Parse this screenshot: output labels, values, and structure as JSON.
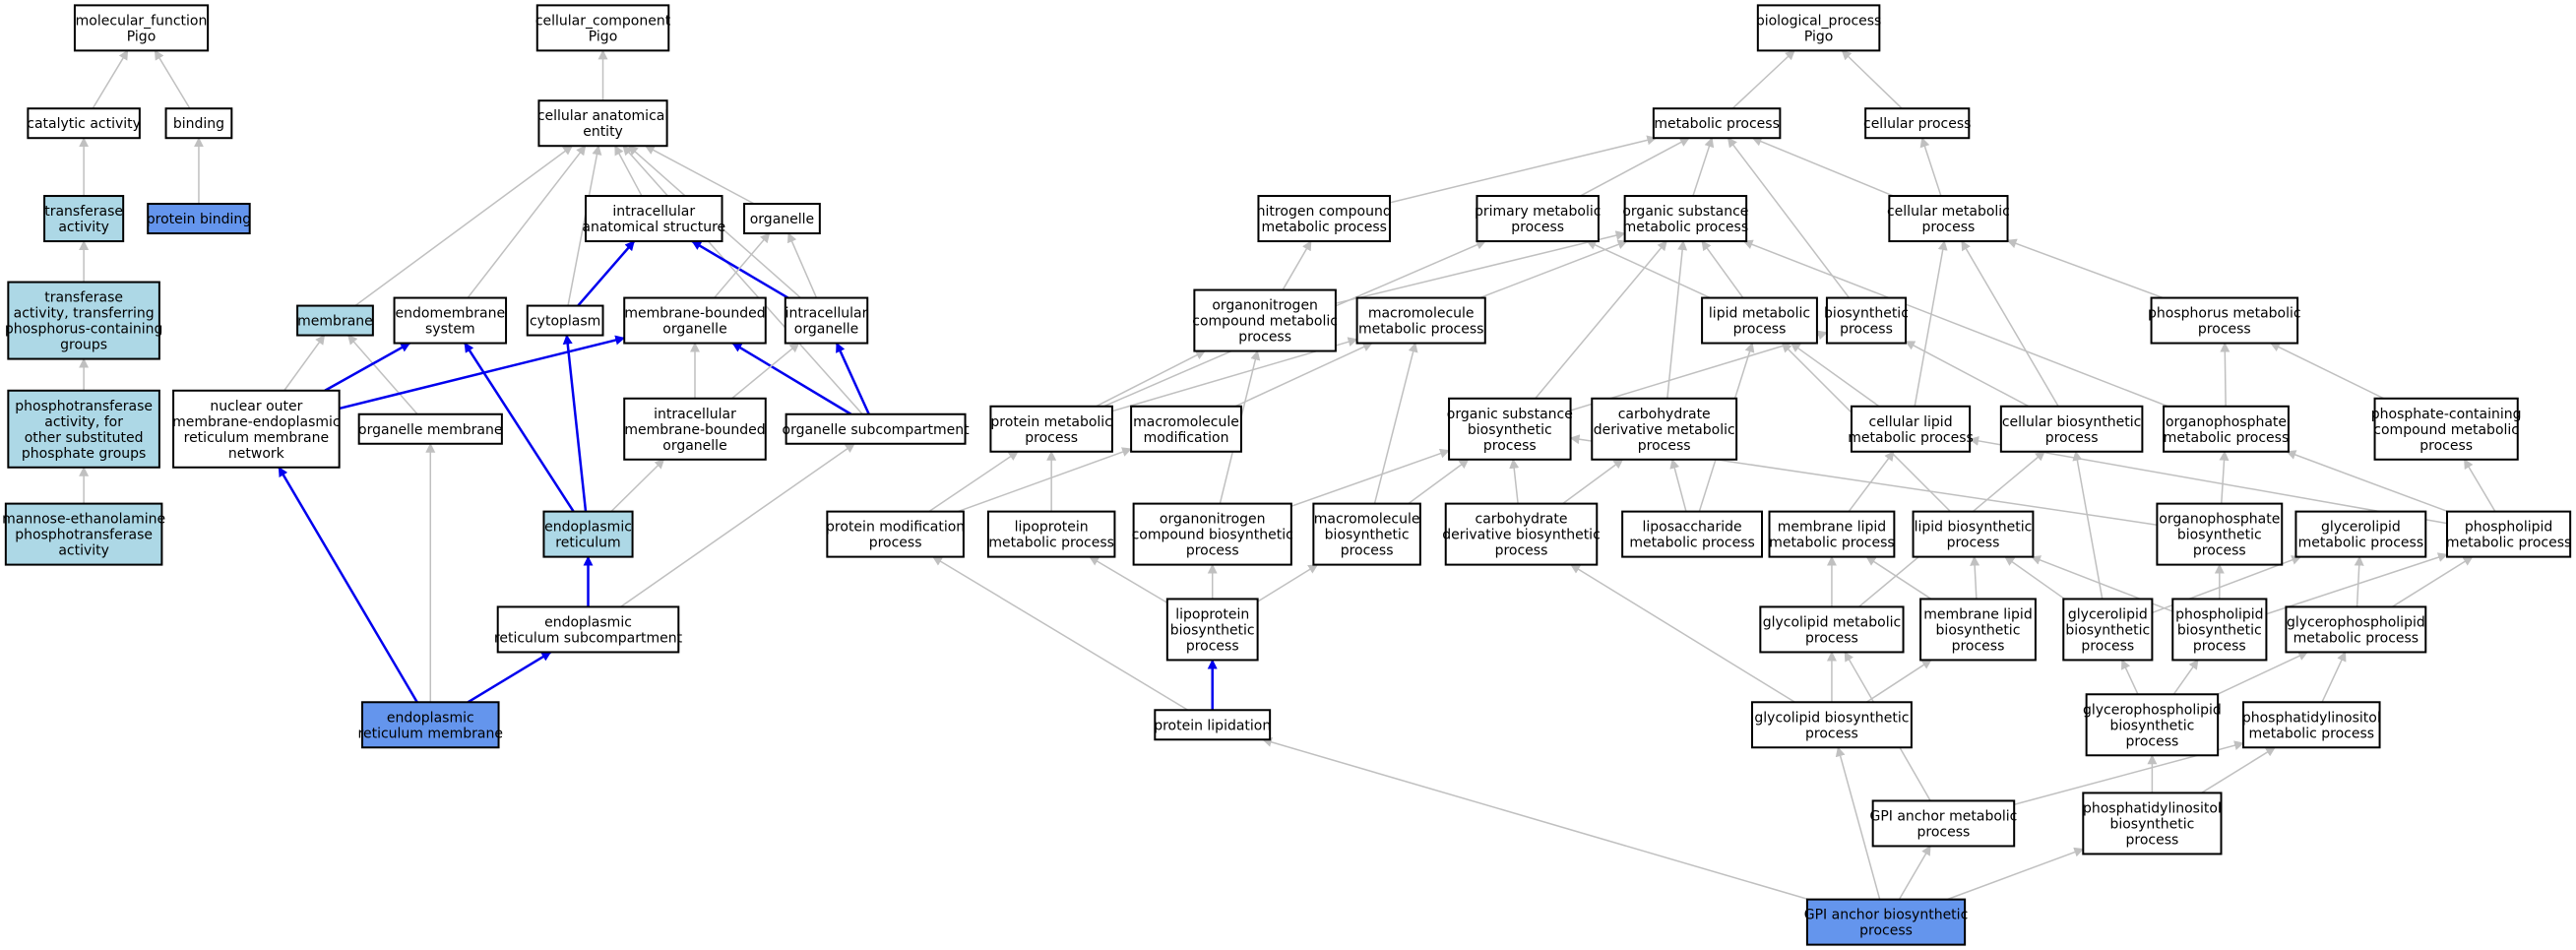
{
  "colors": {
    "edge_default": "#c0c0c0",
    "edge_highlight": "#0000ee",
    "fill_default": "#ffffff",
    "fill_ancestor": "#add8e6",
    "fill_annotated": "#6495ed"
  },
  "nodes": {
    "mf_root": {
      "lines": [
        "molecular_function",
        "Pigo"
      ],
      "fill": "default"
    },
    "catalytic": {
      "lines": [
        "catalytic activity"
      ],
      "fill": "default"
    },
    "binding": {
      "lines": [
        "binding"
      ],
      "fill": "default"
    },
    "transferase": {
      "lines": [
        "transferase",
        "activity"
      ],
      "fill": "ancestor"
    },
    "protein_binding": {
      "lines": [
        "protein binding"
      ],
      "fill": "annotated"
    },
    "transferase_p": {
      "lines": [
        "transferase",
        "activity, transferring",
        "phosphorus-containing",
        "groups"
      ],
      "fill": "ancestor"
    },
    "phosphotransferase": {
      "lines": [
        "phosphotransferase",
        "activity, for",
        "other substituted",
        "phosphate groups"
      ],
      "fill": "ancestor"
    },
    "mannose_ethanolamine": {
      "lines": [
        "mannose-ethanolamine",
        "phosphotransferase",
        "activity"
      ],
      "fill": "ancestor"
    },
    "cc_root": {
      "lines": [
        "cellular_component",
        "Pigo"
      ],
      "fill": "default"
    },
    "cae": {
      "lines": [
        "cellular anatomical",
        "entity"
      ],
      "fill": "default"
    },
    "ias": {
      "lines": [
        "intracellular",
        "anatomical structure"
      ],
      "fill": "default"
    },
    "organelle": {
      "lines": [
        "organelle"
      ],
      "fill": "default"
    },
    "membrane": {
      "lines": [
        "membrane"
      ],
      "fill": "ancestor"
    },
    "endomembrane": {
      "lines": [
        "endomembrane",
        "system"
      ],
      "fill": "default"
    },
    "cytoplasm": {
      "lines": [
        "cytoplasm"
      ],
      "fill": "default"
    },
    "mbo": {
      "lines": [
        "membrane-bounded",
        "organelle"
      ],
      "fill": "default"
    },
    "io": {
      "lines": [
        "intracellular",
        "organelle"
      ],
      "fill": "default"
    },
    "nom": {
      "lines": [
        "nuclear outer",
        "membrane-endoplasmic",
        "reticulum membrane",
        "network"
      ],
      "fill": "default"
    },
    "om": {
      "lines": [
        "organelle membrane"
      ],
      "fill": "default"
    },
    "imbo": {
      "lines": [
        "intracellular",
        "membrane-bounded",
        "organelle"
      ],
      "fill": "default"
    },
    "os": {
      "lines": [
        "organelle subcompartment"
      ],
      "fill": "default"
    },
    "er": {
      "lines": [
        "endoplasmic",
        "reticulum"
      ],
      "fill": "ancestor"
    },
    "ers": {
      "lines": [
        "endoplasmic",
        "reticulum subcompartment"
      ],
      "fill": "default"
    },
    "erm": {
      "lines": [
        "endoplasmic",
        "reticulum membrane"
      ],
      "fill": "annotated"
    },
    "bp_root": {
      "lines": [
        "biological_process",
        "Pigo"
      ],
      "fill": "default"
    },
    "metabolic": {
      "lines": [
        "metabolic process"
      ],
      "fill": "default"
    },
    "cellular_process": {
      "lines": [
        "cellular process"
      ],
      "fill": "default"
    },
    "ncm": {
      "lines": [
        "nitrogen compound",
        "metabolic process"
      ],
      "fill": "default"
    },
    "pmp": {
      "lines": [
        "primary metabolic",
        "process"
      ],
      "fill": "default"
    },
    "osmp": {
      "lines": [
        "organic substance",
        "metabolic process"
      ],
      "fill": "default"
    },
    "cmp": {
      "lines": [
        "cellular metabolic",
        "process"
      ],
      "fill": "default"
    },
    "ocmp": {
      "lines": [
        "organonitrogen",
        "compound metabolic",
        "process"
      ],
      "fill": "default"
    },
    "mmp": {
      "lines": [
        "macromolecule",
        "metabolic process"
      ],
      "fill": "default"
    },
    "lmp": {
      "lines": [
        "lipid metabolic",
        "process"
      ],
      "fill": "default"
    },
    "bsp": {
      "lines": [
        "biosynthetic",
        "process"
      ],
      "fill": "default"
    },
    "phmp": {
      "lines": [
        "phosphorus metabolic",
        "process"
      ],
      "fill": "default"
    },
    "prmp": {
      "lines": [
        "protein metabolic",
        "process"
      ],
      "fill": "default"
    },
    "mm": {
      "lines": [
        "macromolecule",
        "modification"
      ],
      "fill": "default"
    },
    "osbp": {
      "lines": [
        "organic substance",
        "biosynthetic",
        "process"
      ],
      "fill": "default"
    },
    "cdmp": {
      "lines": [
        "carbohydrate",
        "derivative metabolic",
        "process"
      ],
      "fill": "default"
    },
    "clmp": {
      "lines": [
        "cellular lipid",
        "metabolic process"
      ],
      "fill": "default"
    },
    "cbp": {
      "lines": [
        "cellular biosynthetic",
        "process"
      ],
      "fill": "default"
    },
    "opmp": {
      "lines": [
        "organophosphate",
        "metabolic process"
      ],
      "fill": "default"
    },
    "pccmp": {
      "lines": [
        "phosphate-containing",
        "compound metabolic",
        "process"
      ],
      "fill": "default"
    },
    "pmdp": {
      "lines": [
        "protein modification",
        "process"
      ],
      "fill": "default"
    },
    "lpmp": {
      "lines": [
        "lipoprotein",
        "metabolic process"
      ],
      "fill": "default"
    },
    "ocbp": {
      "lines": [
        "organonitrogen",
        "compound biosynthetic",
        "process"
      ],
      "fill": "default"
    },
    "mbp": {
      "lines": [
        "macromolecule",
        "biosynthetic",
        "process"
      ],
      "fill": "default"
    },
    "cdbp": {
      "lines": [
        "carbohydrate",
        "derivative biosynthetic",
        "process"
      ],
      "fill": "default"
    },
    "lsmp": {
      "lines": [
        "liposaccharide",
        "metabolic process"
      ],
      "fill": "default"
    },
    "mlmp": {
      "lines": [
        "membrane lipid",
        "metabolic process"
      ],
      "fill": "default"
    },
    "lbp": {
      "lines": [
        "lipid biosynthetic",
        "process"
      ],
      "fill": "default"
    },
    "opbp": {
      "lines": [
        "organophosphate",
        "biosynthetic",
        "process"
      ],
      "fill": "default"
    },
    "glmp": {
      "lines": [
        "glycerolipid",
        "metabolic process"
      ],
      "fill": "default"
    },
    "plmp": {
      "lines": [
        "phospholipid",
        "metabolic process"
      ],
      "fill": "default"
    },
    "lpbp": {
      "lines": [
        "lipoprotein",
        "biosynthetic",
        "process"
      ],
      "fill": "default"
    },
    "gcmp": {
      "lines": [
        "glycolipid metabolic",
        "process"
      ],
      "fill": "default"
    },
    "mlbp": {
      "lines": [
        "membrane lipid",
        "biosynthetic",
        "process"
      ],
      "fill": "default"
    },
    "glbp": {
      "lines": [
        "glycerolipid",
        "biosynthetic",
        "process"
      ],
      "fill": "default"
    },
    "plbp": {
      "lines": [
        "phospholipid",
        "biosynthetic",
        "process"
      ],
      "fill": "default"
    },
    "gpmp": {
      "lines": [
        "glycerophospholipid",
        "metabolic process"
      ],
      "fill": "default"
    },
    "plip": {
      "lines": [
        "protein lipidation"
      ],
      "fill": "default"
    },
    "gcbp": {
      "lines": [
        "glycolipid biosynthetic",
        "process"
      ],
      "fill": "default"
    },
    "gpbp": {
      "lines": [
        "glycerophospholipid",
        "biosynthetic",
        "process"
      ],
      "fill": "default"
    },
    "pimp": {
      "lines": [
        "phosphatidylinositol",
        "metabolic process"
      ],
      "fill": "default"
    },
    "gpimp": {
      "lines": [
        "GPI anchor metabolic",
        "process"
      ],
      "fill": "default"
    },
    "pibp": {
      "lines": [
        "phosphatidylinositol",
        "biosynthetic",
        "process"
      ],
      "fill": "default"
    },
    "gpibp": {
      "lines": [
        "GPI anchor biosynthetic",
        "process"
      ],
      "fill": "annotated"
    }
  },
  "edges": [
    [
      "catalytic",
      "mf_root",
      "default"
    ],
    [
      "binding",
      "mf_root",
      "default"
    ],
    [
      "transferase",
      "catalytic",
      "default"
    ],
    [
      "protein_binding",
      "binding",
      "default"
    ],
    [
      "transferase_p",
      "transferase",
      "default"
    ],
    [
      "phosphotransferase",
      "transferase_p",
      "default"
    ],
    [
      "mannose_ethanolamine",
      "phosphotransferase",
      "default"
    ],
    [
      "cae",
      "cc_root",
      "default"
    ],
    [
      "ias",
      "cae",
      "default"
    ],
    [
      "organelle",
      "cae",
      "default"
    ],
    [
      "membrane",
      "cae",
      "default"
    ],
    [
      "endomembrane",
      "cae",
      "default"
    ],
    [
      "cytoplasm",
      "cae",
      "default"
    ],
    [
      "io",
      "cae",
      "default"
    ],
    [
      "os",
      "cae",
      "default"
    ],
    [
      "cytoplasm",
      "ias",
      "highlight"
    ],
    [
      "io",
      "ias",
      "highlight"
    ],
    [
      "mbo",
      "organelle",
      "default"
    ],
    [
      "io",
      "organelle",
      "default"
    ],
    [
      "nom",
      "membrane",
      "default"
    ],
    [
      "om",
      "membrane",
      "default"
    ],
    [
      "nom",
      "endomembrane",
      "highlight"
    ],
    [
      "er",
      "endomembrane",
      "highlight"
    ],
    [
      "er",
      "cytoplasm",
      "highlight"
    ],
    [
      "nom",
      "mbo",
      "highlight"
    ],
    [
      "imbo",
      "mbo",
      "default"
    ],
    [
      "os",
      "mbo",
      "highlight"
    ],
    [
      "imbo",
      "io",
      "default"
    ],
    [
      "os",
      "io",
      "highlight"
    ],
    [
      "erm",
      "nom",
      "highlight"
    ],
    [
      "erm",
      "om",
      "default"
    ],
    [
      "er",
      "imbo",
      "default"
    ],
    [
      "ers",
      "os",
      "default"
    ],
    [
      "ers",
      "er",
      "highlight"
    ],
    [
      "erm",
      "ers",
      "highlight"
    ],
    [
      "metabolic",
      "bp_root",
      "default"
    ],
    [
      "cellular_process",
      "bp_root",
      "default"
    ],
    [
      "ncm",
      "metabolic",
      "default"
    ],
    [
      "pmp",
      "metabolic",
      "default"
    ],
    [
      "osmp",
      "metabolic",
      "default"
    ],
    [
      "cmp",
      "metabolic",
      "default"
    ],
    [
      "bsp",
      "metabolic",
      "default"
    ],
    [
      "cmp",
      "cellular_process",
      "default"
    ],
    [
      "ocmp",
      "ncm",
      "default"
    ],
    [
      "prmp",
      "pmp",
      "default"
    ],
    [
      "lmp",
      "pmp",
      "default"
    ],
    [
      "ocmp",
      "osmp",
      "default"
    ],
    [
      "mmp",
      "osmp",
      "default"
    ],
    [
      "lmp",
      "osmp",
      "default"
    ],
    [
      "osbp",
      "osmp",
      "default"
    ],
    [
      "cdmp",
      "osmp",
      "default"
    ],
    [
      "opmp",
      "osmp",
      "default"
    ],
    [
      "phmp",
      "cmp",
      "default"
    ],
    [
      "clmp",
      "cmp",
      "default"
    ],
    [
      "cbp",
      "cmp",
      "default"
    ],
    [
      "prmp",
      "ocmp",
      "default"
    ],
    [
      "ocbp",
      "ocmp",
      "default"
    ],
    [
      "prmp",
      "mmp",
      "default"
    ],
    [
      "mm",
      "mmp",
      "default"
    ],
    [
      "mbp",
      "mmp",
      "default"
    ],
    [
      "clmp",
      "lmp",
      "default"
    ],
    [
      "lbp",
      "lmp",
      "default"
    ],
    [
      "lsmp",
      "lmp",
      "default"
    ],
    [
      "osbp",
      "bsp",
      "default"
    ],
    [
      "cbp",
      "bsp",
      "default"
    ],
    [
      "opmp",
      "phmp",
      "default"
    ],
    [
      "pccmp",
      "phmp",
      "default"
    ],
    [
      "pmdp",
      "prmp",
      "default"
    ],
    [
      "lpmp",
      "prmp",
      "default"
    ],
    [
      "pmdp",
      "mm",
      "default"
    ],
    [
      "ocbp",
      "osbp",
      "default"
    ],
    [
      "mbp",
      "osbp",
      "default"
    ],
    [
      "cdbp",
      "osbp",
      "default"
    ],
    [
      "opbp",
      "osbp",
      "default"
    ],
    [
      "cdbp",
      "cdmp",
      "default"
    ],
    [
      "lsmp",
      "cdmp",
      "default"
    ],
    [
      "mlmp",
      "clmp",
      "default"
    ],
    [
      "plmp",
      "clmp",
      "default"
    ],
    [
      "gcmp",
      "cbp",
      "default"
    ],
    [
      "glbp",
      "cbp",
      "default"
    ],
    [
      "opbp",
      "opmp",
      "default"
    ],
    [
      "plmp",
      "opmp",
      "default"
    ],
    [
      "plmp",
      "pccmp",
      "default"
    ],
    [
      "lpbp",
      "ocbp",
      "default"
    ],
    [
      "lpbp",
      "lpmp",
      "default"
    ],
    [
      "lpbp",
      "mbp",
      "default"
    ],
    [
      "gcmp",
      "mlmp",
      "default"
    ],
    [
      "mlbp",
      "mlmp",
      "default"
    ],
    [
      "mlbp",
      "lbp",
      "default"
    ],
    [
      "glbp",
      "lbp",
      "default"
    ],
    [
      "plbp",
      "lbp",
      "default"
    ],
    [
      "plbp",
      "opbp",
      "default"
    ],
    [
      "glbp",
      "glmp",
      "default"
    ],
    [
      "gpmp",
      "glmp",
      "default"
    ],
    [
      "gpmp",
      "plmp",
      "default"
    ],
    [
      "plbp",
      "plmp",
      "default"
    ],
    [
      "gcbp",
      "cdbp",
      "default"
    ],
    [
      "gcbp",
      "gcmp",
      "default"
    ],
    [
      "gcbp",
      "mlbp",
      "default"
    ],
    [
      "gpbp",
      "glbp",
      "default"
    ],
    [
      "gpbp",
      "plbp",
      "default"
    ],
    [
      "gpbp",
      "gpmp",
      "default"
    ],
    [
      "pimp",
      "gpmp",
      "default"
    ],
    [
      "plip",
      "lpbp",
      "highlight"
    ],
    [
      "plip",
      "pmdp",
      "default"
    ],
    [
      "gpimp",
      "gcmp",
      "default"
    ],
    [
      "gpimp",
      "pimp",
      "default"
    ],
    [
      "pibp",
      "gpbp",
      "default"
    ],
    [
      "pibp",
      "pimp",
      "default"
    ],
    [
      "gpibp",
      "gcbp",
      "default"
    ],
    [
      "gpibp",
      "gpimp",
      "default"
    ],
    [
      "gpibp",
      "pibp",
      "default"
    ],
    [
      "gpibp",
      "plip",
      "default"
    ]
  ]
}
